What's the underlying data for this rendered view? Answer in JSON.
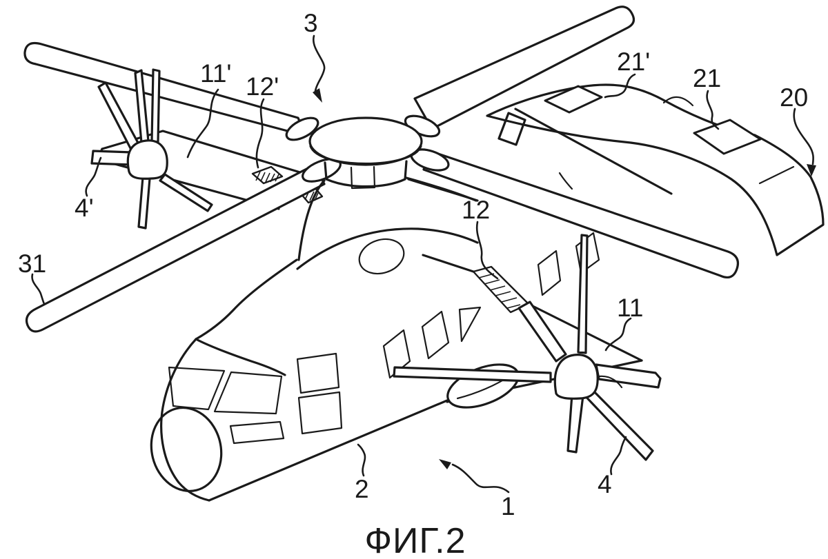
{
  "figure": {
    "caption": "ФИГ.2",
    "colors": {
      "line": "#1a1a1a",
      "background": "#ffffff"
    },
    "labels": [
      {
        "id": "3",
        "text": "3",
        "points_to": "main-rotor-hub"
      },
      {
        "id": "11p",
        "text": "11'",
        "points_to": "left-wing"
      },
      {
        "id": "12p",
        "text": "12'",
        "points_to": "left-wing-hatched-zone"
      },
      {
        "id": "21p",
        "text": "21'",
        "points_to": "tail-left-flap"
      },
      {
        "id": "21",
        "text": "21",
        "points_to": "tail-right-flap"
      },
      {
        "id": "20",
        "text": "20",
        "points_to": "tail-surface"
      },
      {
        "id": "4p",
        "text": "4'",
        "points_to": "left-propeller"
      },
      {
        "id": "31",
        "text": "31",
        "points_to": "rotor-blade-front-left"
      },
      {
        "id": "12",
        "text": "12",
        "points_to": "right-wing-hatched-zone"
      },
      {
        "id": "11",
        "text": "11",
        "points_to": "right-wing"
      },
      {
        "id": "2",
        "text": "2",
        "points_to": "fuselage"
      },
      {
        "id": "4",
        "text": "4",
        "points_to": "right-propeller"
      },
      {
        "id": "1",
        "text": "1",
        "points_to": "aircraft"
      }
    ]
  }
}
